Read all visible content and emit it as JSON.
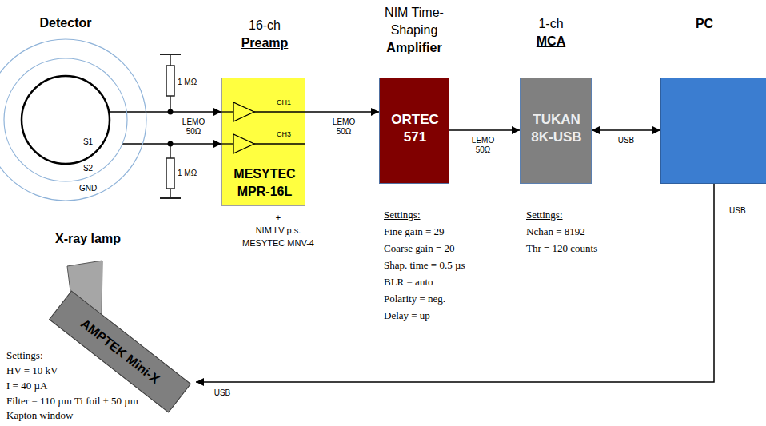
{
  "diagram": {
    "nodes": [
      {
        "text": [
          "Detector",
          "GND"
        ]
      },
      {
        "text": [
          "S2"
        ],
        "in": 0
      },
      {
        "text": [
          "S1"
        ],
        "in": 1
      },
      {
        "text": [
          "16-ch",
          "Preamp",
          "MESYTEC MPR-16L"
        ]
      },
      {
        "text": [
          "NIM Time-Shaping",
          "Amplifier",
          "ORTEC 571"
        ]
      },
      {
        "text": [
          "1-ch",
          "MCA",
          "TUKAN 8K-USB"
        ]
      },
      {
        "text": [
          "PC"
        ]
      },
      {
        "text": [
          "X-ray lamp",
          "AMPTEK Mini-X"
        ]
      }
    ],
    "edges": [
      {
        "from": 2,
        "to": 3,
        "arrow": "to",
        "label": "LEMO 50Ω"
      },
      {
        "from": 1,
        "to": 3,
        "arrow": "to"
      },
      {
        "from": 3,
        "to": 4,
        "arrow": "to",
        "label": "LEMO 50Ω"
      },
      {
        "from": 4,
        "to": 5,
        "arrow": "to",
        "label": "LEMO 50Ω"
      },
      {
        "from": 5,
        "to": 6,
        "arrow": "both",
        "label": "USB"
      },
      {
        "from": 6,
        "to": 7,
        "arrow": "to",
        "label": "USB"
      }
    ],
    "labels": [
      "1 MΩ",
      "1 MΩ",
      "CH1",
      "CH3",
      "+",
      "NIM LV p.s.",
      "MESYTEC MNV-4",
      "Settings:",
      "Fine gain = 29",
      "Coarse gain = 20",
      "Shap. time = 0.5 µs",
      "BLR = auto",
      "Polarity = neg.",
      "Delay = up",
      "Settings:",
      "Nchan = 8192",
      "Thr = 120 counts",
      "Settings:",
      "HV = 10 kV",
      "I = 40 µA",
      "Filter = 110 µm Ti foil + 50 µm Kapton window",
      "USB"
    ]
  }
}
